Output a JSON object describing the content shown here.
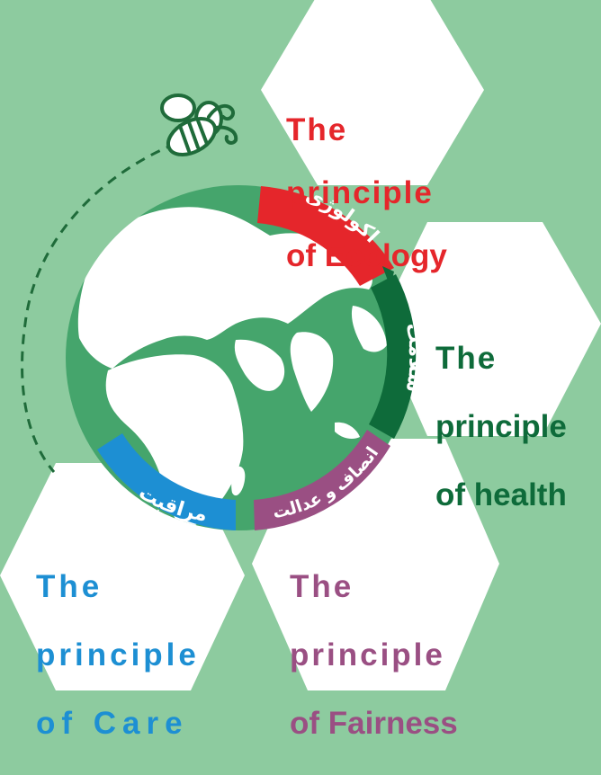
{
  "colors": {
    "background": "#8dcb9f",
    "hexagon": "#ffffff",
    "earth_ocean": "#45a56c",
    "earth_land": "#ffffff",
    "ecology": "#e5262b",
    "health": "#0e6b3a",
    "fairness": "#9a4f83",
    "care": "#1d8fd3",
    "bee_stroke": "#1f6b3a",
    "dash": "#1f6b3a"
  },
  "principles": {
    "ecology": {
      "line1": "The",
      "line2": "principle",
      "line3": "of Ecology",
      "arc_label": "اکولوژی"
    },
    "health": {
      "line1": "The",
      "line2": "principle",
      "line3": "of health",
      "arc_label": "سلامت"
    },
    "fairness": {
      "line1": "The",
      "line2": "principle",
      "line3": "of Fairness",
      "arc_label": "انصاف و عدالت"
    },
    "care": {
      "line1": "The",
      "line2": "principle",
      "line3": "of Care",
      "arc_label": "مراقبت"
    }
  }
}
